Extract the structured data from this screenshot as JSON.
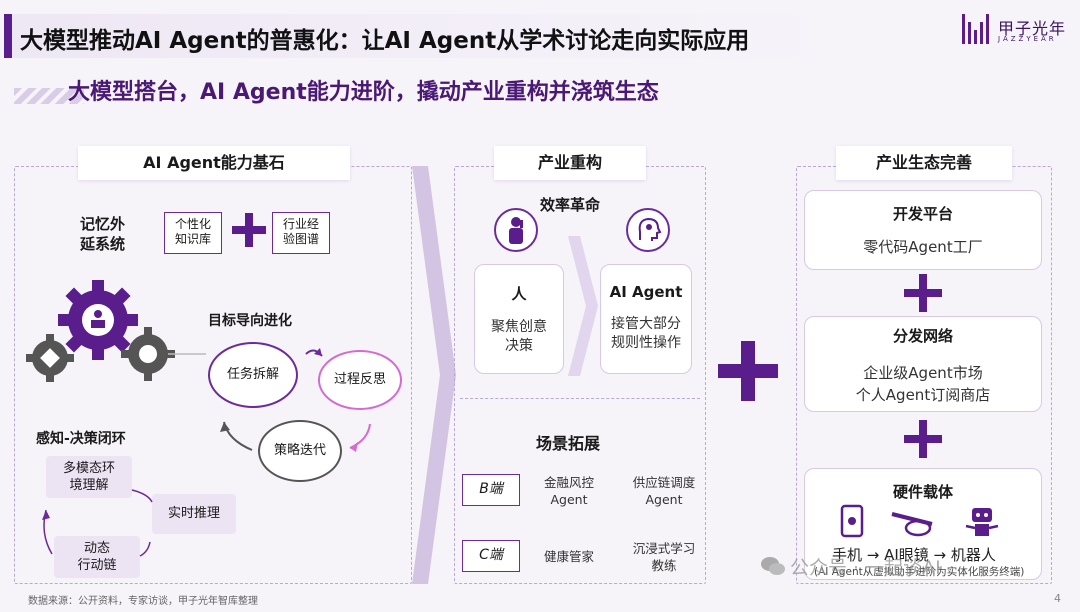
{
  "header": {
    "title": "大模型推动AI Agent的普惠化：让AI Agent从学术讨论走向实际应用",
    "subtitle": "大模型搭台，AI Agent能力进阶，撬动产业重构并浇筑生态"
  },
  "logo": {
    "cn": "甲子光年",
    "en": "JAZZYEAR"
  },
  "left": {
    "title": "AI Agent能力基石",
    "memory_label": "记忆外\n延系统",
    "tag1": "个性化\n知识库",
    "tag2": "行业经\n验图谱",
    "goal_label": "目标导向进化",
    "bubble_task": "任务拆解",
    "bubble_reflect": "过程反思",
    "bubble_iterate": "策略迭代",
    "loop_label": "感知-决策闭环",
    "pill_multi": "多模态环\n境理解",
    "pill_realtime": "实时推理",
    "pill_action": "动态\n行动链"
  },
  "middle": {
    "title": "产业重构",
    "efficiency": "效率革命",
    "human_title": "人",
    "human_desc": "聚焦创意\n决策",
    "agent_title": "AI Agent",
    "agent_desc": "接管大部分\n规则性操作",
    "scene": "场景拓展",
    "b_tag": "B端",
    "c_tag": "C端",
    "b1": "金融风控\nAgent",
    "b2": "供应链调度\nAgent",
    "c1": "健康管家",
    "c2": "沉浸式学习\n教练"
  },
  "right": {
    "title": "产业生态完善",
    "dev_title": "开发平台",
    "dev_desc": "零代码Agent工厂",
    "dist_title": "分发网络",
    "dist_desc": "企业级Agent市场\n个人Agent订阅商店",
    "hw_title": "硬件载体",
    "hw_desc": "手机 → AI眼镜 → 机器人",
    "hw_note": "(AI Agent从虚拟助手进阶为实体化服务终端)"
  },
  "footer": {
    "source": "数据来源：公开资料，专家访谈，甲子光年智库整理",
    "page": "4"
  },
  "watermark": "公众号 · 一起谈AI",
  "colors": {
    "brand": "#5a1e8c",
    "accent_pink": "#d46bd0",
    "bg": "#f6f3f9"
  }
}
